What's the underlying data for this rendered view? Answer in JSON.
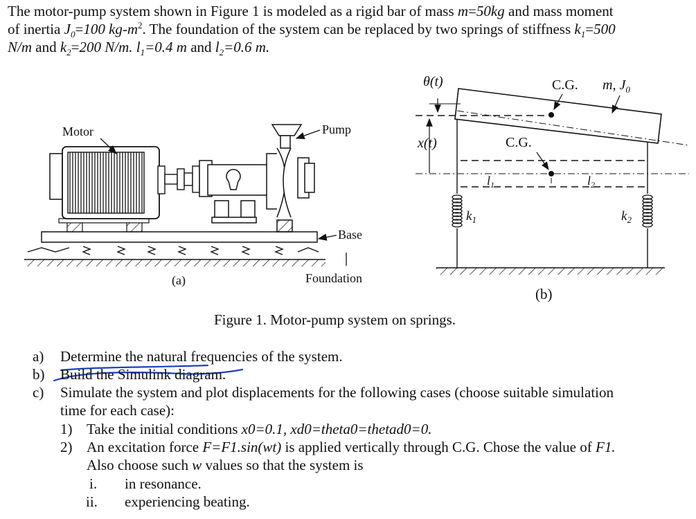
{
  "problem": {
    "line1_a": "The motor-pump system shown in Figure 1 is modeled as a rigid bar of mass ",
    "line1_m": "m",
    "line1_b": "=",
    "line1_mval": "50kg",
    "line1_c": " and mass moment",
    "line2_a": "of inertia ",
    "line2_J": "J",
    "line2_Jsub": "0",
    "line2_eq": "=",
    "line2_Jval": "100 kg-m",
    "line2_sup": "2",
    "line2_b": ". The foundation of the system can be replaced by two springs of stiffness ",
    "line2_k": "k",
    "line2_ksub": "1",
    "line2_eq2": "=",
    "line2_kval": "500",
    "line3_a": "N/m",
    "line3_b": " and ",
    "line3_k": "k",
    "line3_ksub": "2",
    "line3_eq": "=",
    "line3_kval": "200 N/m. l",
    "line3_l1sub": "1",
    "line3_l1val": "=0.4 m",
    "line3_c": " and ",
    "line3_l2": "l",
    "line3_l2sub": "2",
    "line3_l2val": "=0.6 m."
  },
  "figure": {
    "motor_label": "Motor",
    "pump_label": "Pump",
    "base_label": "Base",
    "foundation_label": "Foundation",
    "sub_a": "(a)",
    "sub_b": "(b)",
    "theta_label": "θ(t)",
    "x_label": "x(t)",
    "cg_top": "C.G.",
    "m_j_label": "m, J",
    "m_j_sub": "0",
    "cg_mid": "C.G.",
    "l1_label": "l",
    "l1_sub": "1",
    "l2_label": "l",
    "l2_sub": "2",
    "k1_label": "k",
    "k1_sub": "1",
    "k2_label": "k",
    "k2_sub": "2",
    "caption": "Figure 1. Motor-pump system on springs."
  },
  "questions": {
    "a_marker": "a)",
    "a_text": "Determine the natural frequencies of the system.",
    "b_marker": "b)",
    "b_text": "Build the Simulink diagram.",
    "c_marker": "c)",
    "c_text1": "Simulate the system and plot displacements for the following cases (choose suitable simulation",
    "c_text2": "time for each case):",
    "c1_marker": "1)",
    "c1_text_a": "Take the initial conditions ",
    "c1_text_b": "x0=0.1, xd0=theta0=thetad0=0.",
    "c2_marker": "2)",
    "c2_text_a": "An excitation force ",
    "c2_text_b": "F=F1.sin(wt)",
    "c2_text_c": " is applied vertically through C.G. Chose the value of ",
    "c2_text_d": "F1.",
    "c2_text2_a": "Also choose such ",
    "c2_text2_w": "w",
    "c2_text2_b": " values so that the system is",
    "ci_marker": "i.",
    "ci_text": "in resonance.",
    "cii_marker": "ii.",
    "cii_text": "experiencing beating."
  },
  "colors": {
    "ink": "#111111",
    "annotation_blue": "#1f3fbf"
  }
}
